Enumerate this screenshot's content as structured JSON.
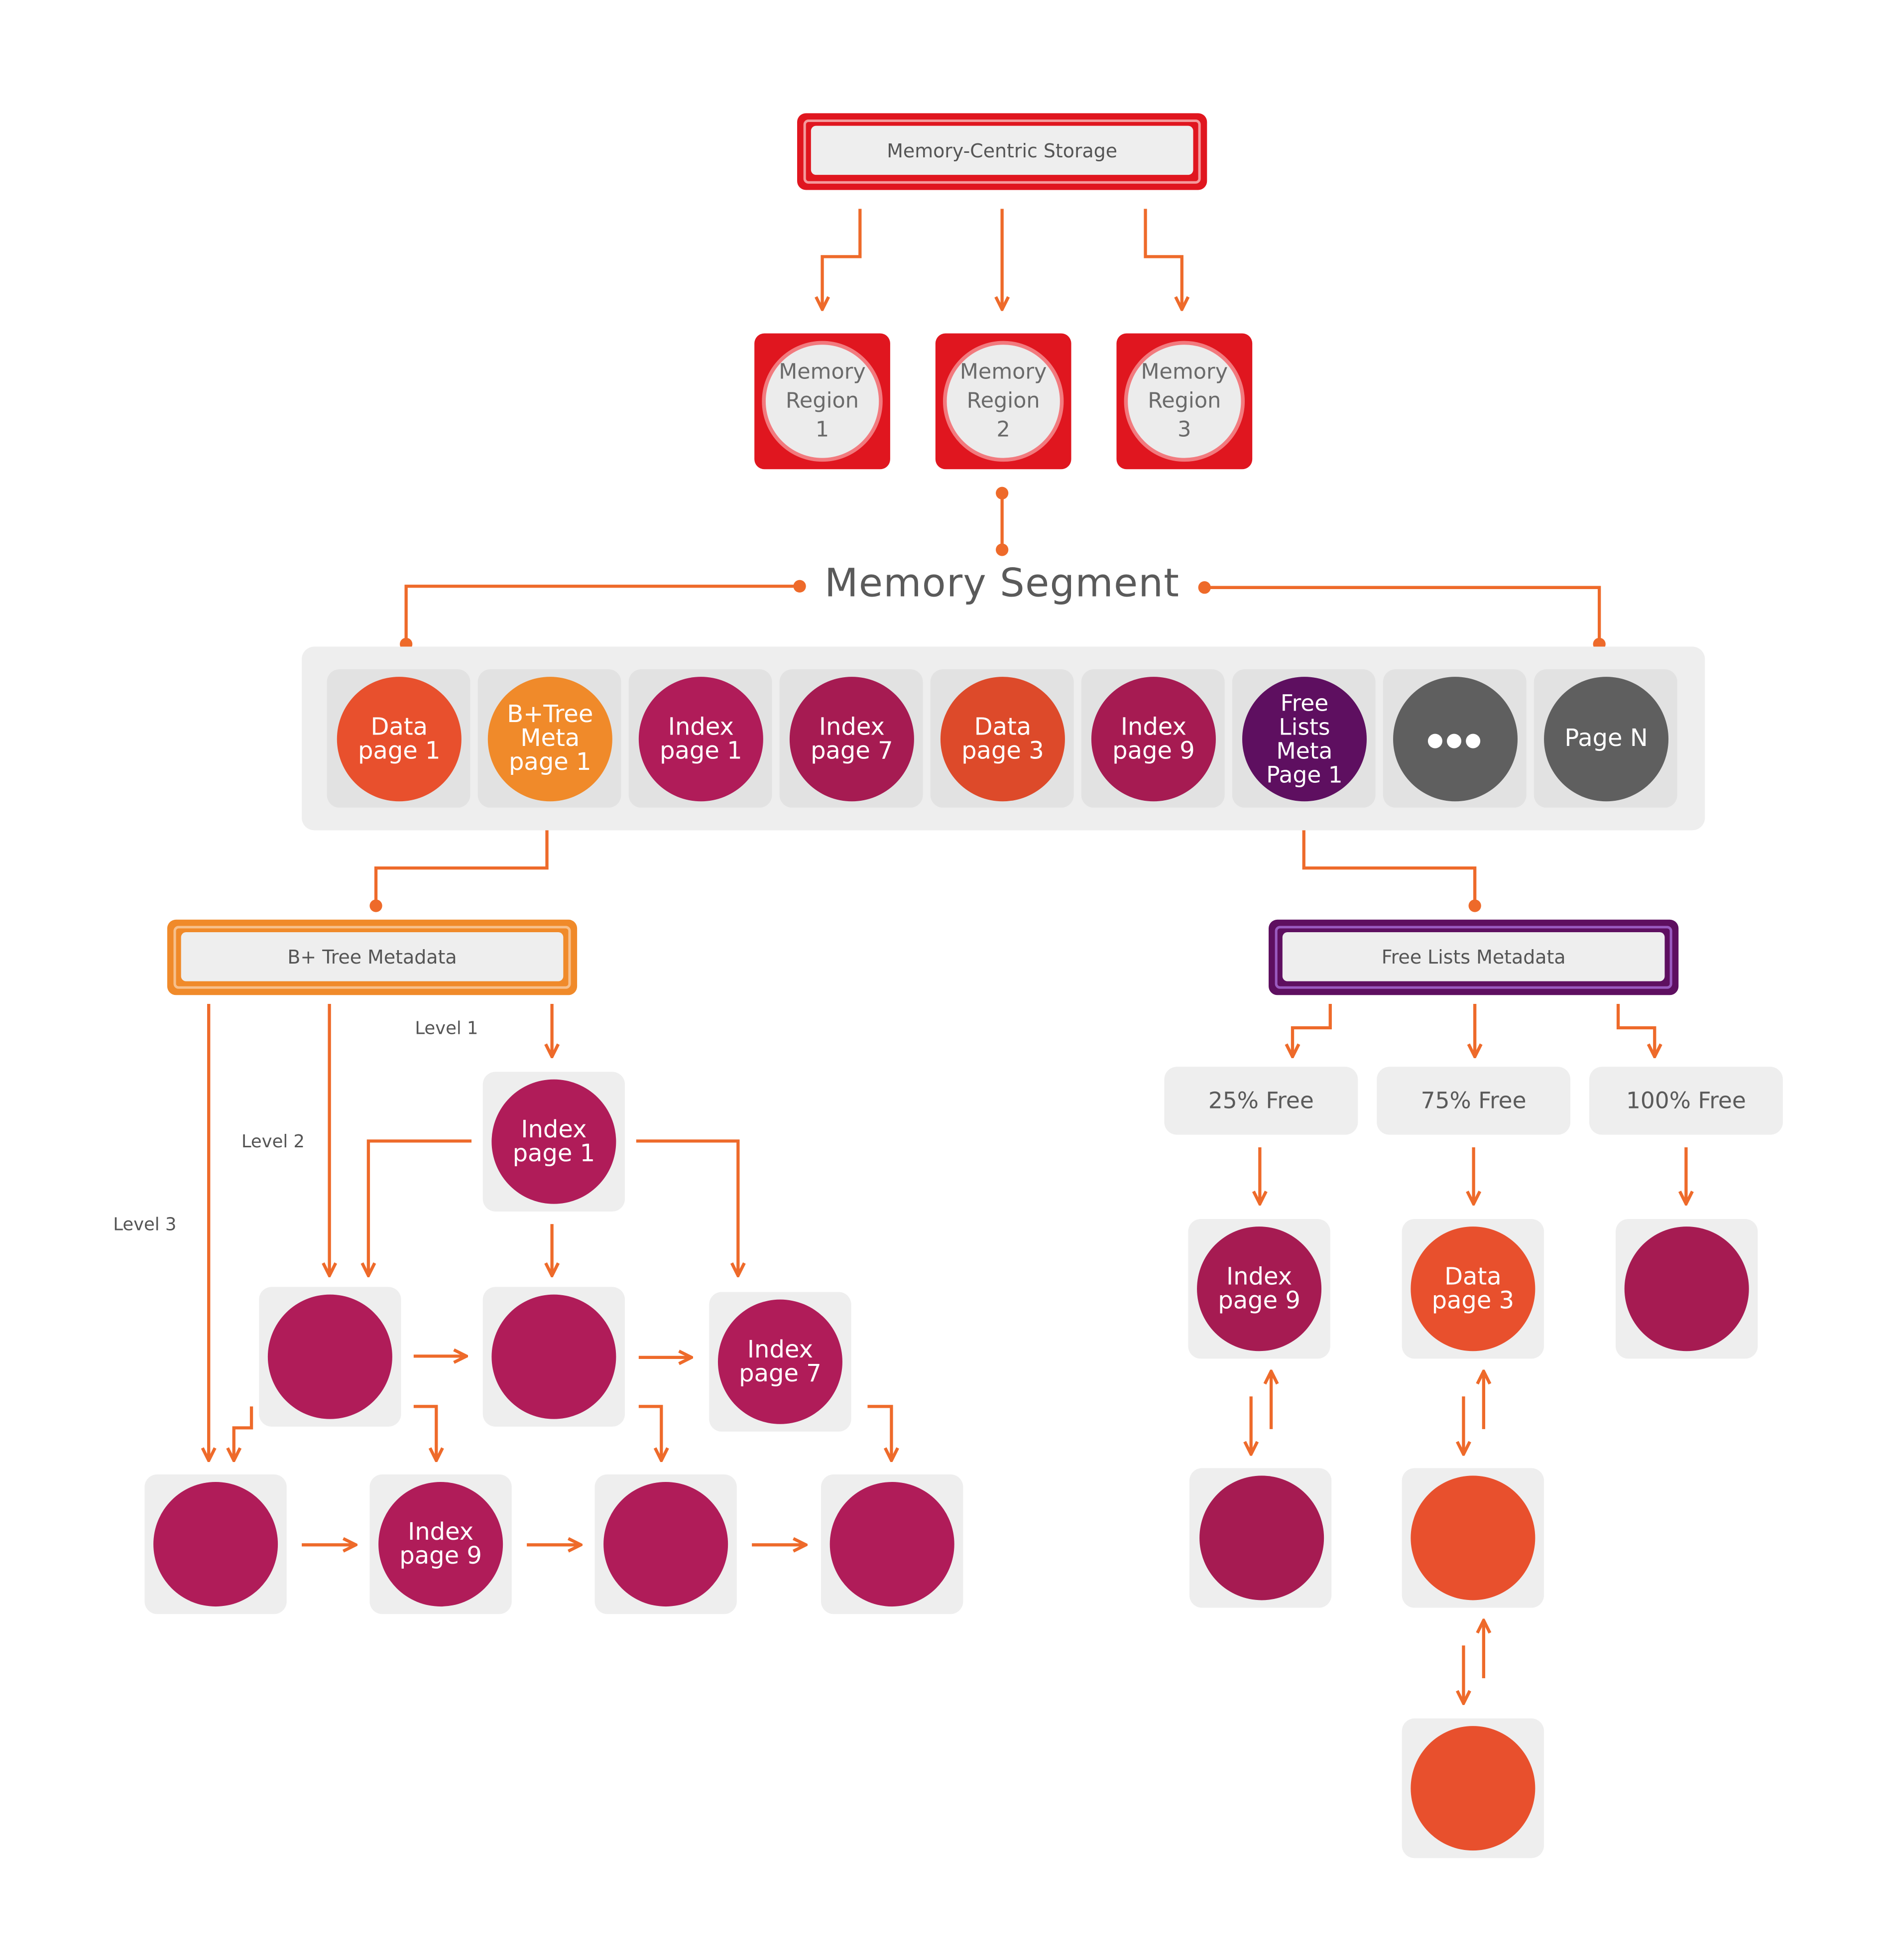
{
  "storage": {
    "label": "Memory-Centric Storage"
  },
  "regions": [
    {
      "label": "Memory\nRegion\n1"
    },
    {
      "label": "Memory\nRegion\n2"
    },
    {
      "label": "Memory\nRegion\n3"
    }
  ],
  "segment": {
    "title": "Memory Segment",
    "pages": [
      {
        "label": "Data\npage 1",
        "color": "#e8502d"
      },
      {
        "label": "B+Tree\nMeta\npage 1",
        "color": "#f08a2a"
      },
      {
        "label": "Index\npage 1",
        "color": "#b01c59"
      },
      {
        "label": "Index\npage 7",
        "color": "#a61b52"
      },
      {
        "label": "Data\npage 3",
        "color": "#dd4a2a"
      },
      {
        "label": "Index\npage 9",
        "color": "#a61b52"
      },
      {
        "label": "Free\nLists\nMeta\nPage 1",
        "color": "#5e0f60"
      },
      {
        "label": "●●●",
        "color": "#5f5f5f"
      },
      {
        "label": "Page N",
        "color": "#5f5f5f"
      }
    ]
  },
  "btree": {
    "title": "B+ Tree Metadata",
    "levels": [
      "Level 1",
      "Level 2",
      "Level 3"
    ],
    "root": {
      "label": "Index\npage 1"
    },
    "level2": [
      {
        "label": ""
      },
      {
        "label": ""
      },
      {
        "label": "Index\npage 7"
      }
    ],
    "level3": [
      {
        "label": ""
      },
      {
        "label": "Index\npage 9"
      },
      {
        "label": ""
      },
      {
        "label": ""
      }
    ]
  },
  "freelists": {
    "title": "Free Lists Metadata",
    "buckets": [
      {
        "label": "25% Free",
        "items": [
          {
            "label": "Index\npage 9"
          },
          {
            "label": ""
          }
        ]
      },
      {
        "label": "75% Free",
        "items": [
          {
            "label": "Data\npage 3"
          },
          {
            "label": ""
          },
          {
            "label": ""
          }
        ]
      },
      {
        "label": "100% Free",
        "items": [
          {
            "label": ""
          }
        ]
      }
    ]
  },
  "colors": {
    "accent": "#ee6a2a",
    "storage_red": "#e0161f",
    "btree_orange": "#f08a2a",
    "freelist_purple": "#5e0f60",
    "index_magenta": "#b01c59",
    "data_orange": "#e8502d"
  }
}
